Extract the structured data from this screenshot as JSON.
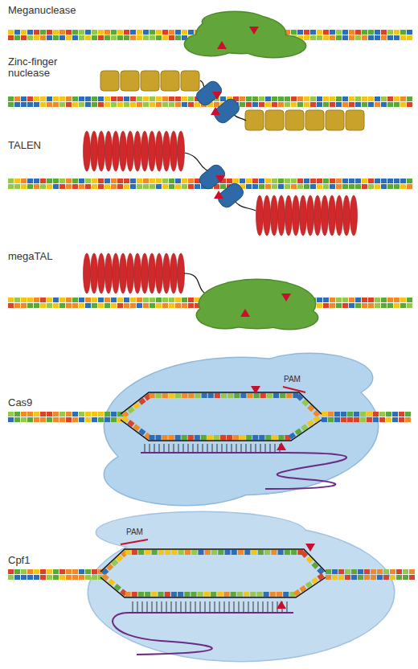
{
  "diagram": {
    "labels": [
      "Meganuclease",
      "Zinc-finger nuclease",
      "TALEN",
      "megaTAL",
      "Cas9",
      "PAM",
      "Cpf1",
      "PAM"
    ]
  }
}
